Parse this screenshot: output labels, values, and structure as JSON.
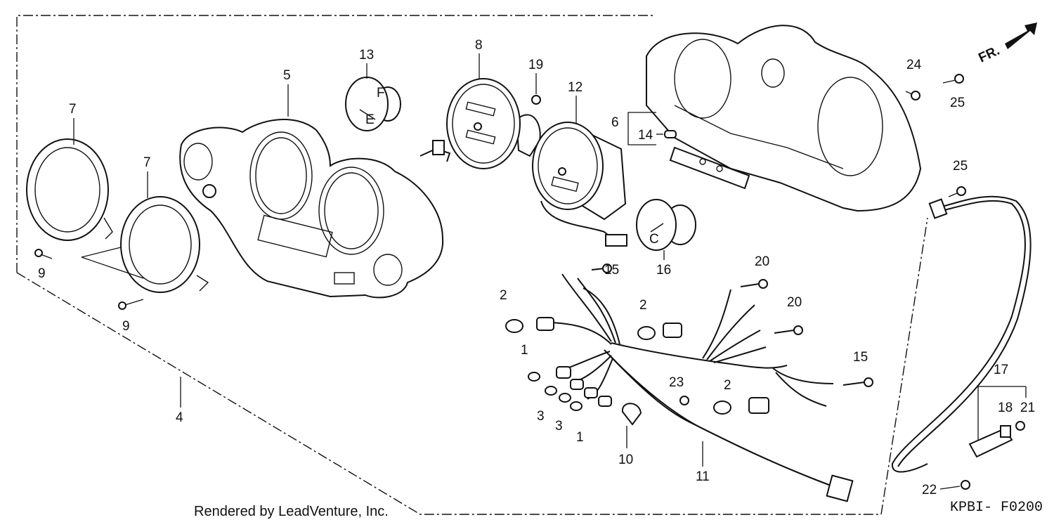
{
  "diagram": {
    "orientation_marker": "FR.",
    "callouts": {
      "c1a": "1",
      "c1b": "1",
      "c2a": "2",
      "c2b": "2",
      "c2c": "2",
      "c3a": "3",
      "c3b": "3",
      "c4": "4",
      "c5": "5",
      "c6": "6",
      "c7a": "7",
      "c7b": "7",
      "c8": "8",
      "c9a": "9",
      "c9b": "9",
      "c10": "10",
      "c11": "11",
      "c12": "12",
      "c13": "13",
      "c14": "14",
      "c15a": "15",
      "c15b": "15",
      "c16": "16",
      "c17": "17",
      "c18": "18",
      "c19": "19",
      "c20a": "20",
      "c20b": "20",
      "c21": "21",
      "c22": "22",
      "c23": "23",
      "c24": "24",
      "c25a": "25",
      "c25b": "25"
    }
  },
  "footer": {
    "credit": "Rendered by LeadVenture, Inc.",
    "diagram_code": "KPBI- F0200"
  }
}
